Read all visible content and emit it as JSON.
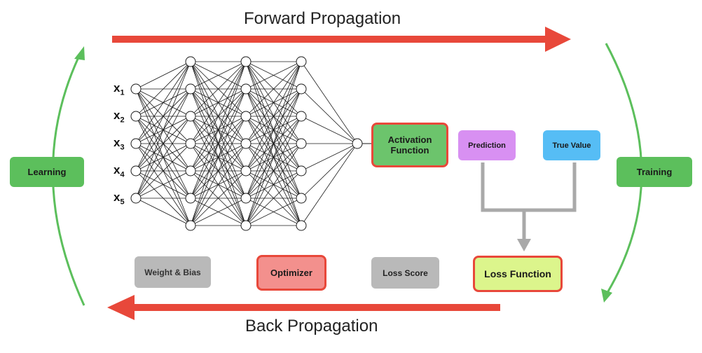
{
  "titles": {
    "forward": "Forward Propagation",
    "back": "Back Propagation"
  },
  "inputs": [
    {
      "base": "x",
      "sub": "1"
    },
    {
      "base": "x",
      "sub": "2"
    },
    {
      "base": "x",
      "sub": "3"
    },
    {
      "base": "x",
      "sub": "4"
    },
    {
      "base": "x",
      "sub": "5"
    }
  ],
  "boxes": {
    "learning": "Learning",
    "training": "Training",
    "activation_line1": "Activation",
    "activation_line2": "Function",
    "prediction": "Prediction",
    "true_value": "True Value",
    "loss_function": "Loss Function",
    "weight_bias": "Weight & Bias",
    "optimizer": "Optimizer",
    "loss_score": "Loss Score"
  },
  "network": {
    "layer_sizes": [
      5,
      7,
      7,
      7,
      1
    ]
  },
  "colors": {
    "red_arrow": "#e8483a",
    "green": "#5cbf5c",
    "prediction": "#d890f2",
    "true_value": "#56bdf5",
    "loss_function": "#dcf58c",
    "optimizer": "#f3908d",
    "gray_box": "#b9b9b9"
  }
}
